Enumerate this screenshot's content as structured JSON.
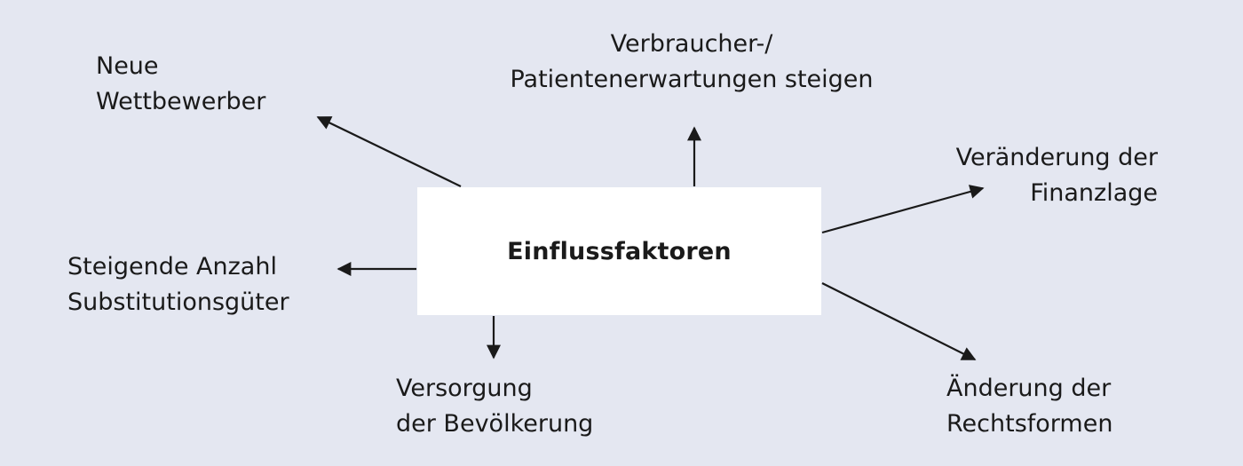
{
  "diagram": {
    "center": {
      "label": "Einflussfaktoren"
    },
    "factors": {
      "neue_wettbewerber": {
        "lines": [
          "Neue",
          "Wettbewerber"
        ]
      },
      "verbraucher": {
        "lines": [
          "Verbraucher-/",
          "Patientenerwartungen steigen"
        ]
      },
      "finanzlage": {
        "lines": [
          "Veränderung der",
          "Finanzlage"
        ]
      },
      "substitution": {
        "lines": [
          "Steigende Anzahl",
          "Substitutionsgüter"
        ]
      },
      "versorgung": {
        "lines": [
          "Versorgung",
          "der Bevölkerung"
        ]
      },
      "rechtsformen": {
        "lines": [
          "Änderung der",
          "Rechtsformen"
        ]
      }
    },
    "colors": {
      "background": "#e4e7f1",
      "box": "#ffffff",
      "arrow": "#1a1a1a"
    }
  }
}
